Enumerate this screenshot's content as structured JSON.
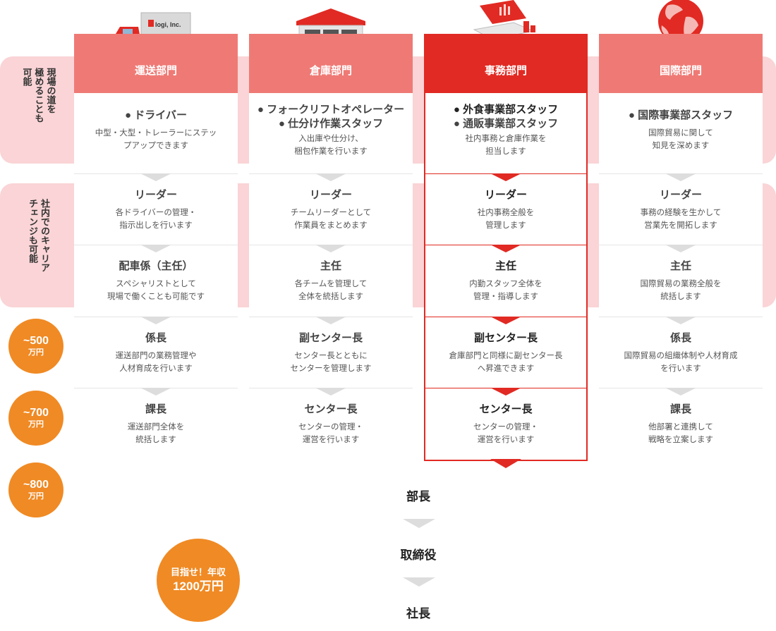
{
  "side_labels": {
    "top": [
      "現場の道を",
      "極めることも",
      "可能"
    ],
    "middle": [
      "社内でのキャリア",
      "チェンジも可能"
    ]
  },
  "salary_badges": [
    {
      "amount": "~500",
      "unit": "万円"
    },
    {
      "amount": "~700",
      "unit": "万円"
    },
    {
      "amount": "~800",
      "unit": "万円"
    }
  ],
  "goal": {
    "line1": "目指せ！年収",
    "line2": "1200万円"
  },
  "truck_logo_text": "logi, Inc.",
  "columns": [
    {
      "title": "運送部門",
      "icon": "truck-icon",
      "entry": {
        "roles": [
          {
            "text": "ドライバー",
            "highlight": false
          }
        ],
        "desc": [
          "中型・大型・トレーラーにステッ",
          "プアップできます"
        ]
      },
      "steps": [
        {
          "title": "リーダー",
          "desc": [
            "各ドライバーの管理・",
            "指示出しを行います"
          ]
        },
        {
          "title": "配車係（主任）",
          "desc": [
            "スペシャリストとして",
            "現場で働くことも可能です"
          ]
        },
        {
          "title": "係長",
          "desc": [
            "運送部門の業務管理や",
            "人材育成を行います"
          ]
        },
        {
          "title": "課長",
          "desc": [
            "運送部門全体を",
            "統括します"
          ]
        }
      ]
    },
    {
      "title": "倉庫部門",
      "icon": "warehouse-icon",
      "entry": {
        "roles": [
          {
            "text": "フォークリフトオペレーター",
            "highlight": false
          },
          {
            "text": "仕分け作業スタッフ",
            "highlight": false
          }
        ],
        "desc": [
          "入出庫や仕分け、",
          "梱包作業を行います"
        ]
      },
      "steps": [
        {
          "title": "リーダー",
          "desc": [
            "チームリーダーとして",
            "作業員をまとめます"
          ]
        },
        {
          "title": "主任",
          "desc": [
            "各チームを管理して",
            "全体を統括します"
          ]
        },
        {
          "title": "副センター長",
          "desc": [
            "センター長とともに",
            "センターを管理します"
          ]
        },
        {
          "title": "センター長",
          "desc": [
            "センターの管理・",
            "運営を行います"
          ]
        }
      ]
    },
    {
      "title": "事務部門",
      "icon": "office-laptop-icon",
      "entry": {
        "roles": [
          {
            "text": "外食事業部スタッフ",
            "highlight": true
          },
          {
            "text": "通販事業部スタッフ",
            "highlight": false
          }
        ],
        "desc": [
          "社内事務と倉庫作業を",
          "担当します"
        ]
      },
      "steps": [
        {
          "title": "リーダー",
          "desc": [
            "社内事務全般を",
            "管理します"
          ]
        },
        {
          "title": "主任",
          "desc": [
            "内勤スタッフ全体を",
            "管理・指導します"
          ]
        },
        {
          "title": "副センター長",
          "desc": [
            "倉庫部門と同様に副センター長",
            "へ昇進できます"
          ]
        },
        {
          "title": "センター長",
          "desc": [
            "センターの管理・",
            "運営を行います"
          ]
        }
      ]
    },
    {
      "title": "国際部門",
      "icon": "globe-icon",
      "entry": {
        "roles": [
          {
            "text": "国際事業部スタッフ",
            "highlight": false
          }
        ],
        "desc": [
          "国際貿易に関して",
          "知見を深めます"
        ]
      },
      "steps": [
        {
          "title": "リーダー",
          "desc": [
            "事務の経験を生かして",
            "営業先を開拓します"
          ]
        },
        {
          "title": "主任",
          "desc": [
            "国際貿易の業務全般を",
            "統括します"
          ]
        },
        {
          "title": "係長",
          "desc": [
            "国際貿易の組織体制や人材育成",
            "を行います"
          ]
        },
        {
          "title": "課長",
          "desc": [
            "他部署と連携して",
            "戦略を立案します"
          ]
        }
      ]
    }
  ],
  "executive": [
    "部長",
    "取締役",
    "社長"
  ],
  "colors": {
    "accent_red": "#e12a23",
    "soft_red": "#ef7a75",
    "band_pink": "#fad4d6",
    "orange": "#f08a24"
  }
}
